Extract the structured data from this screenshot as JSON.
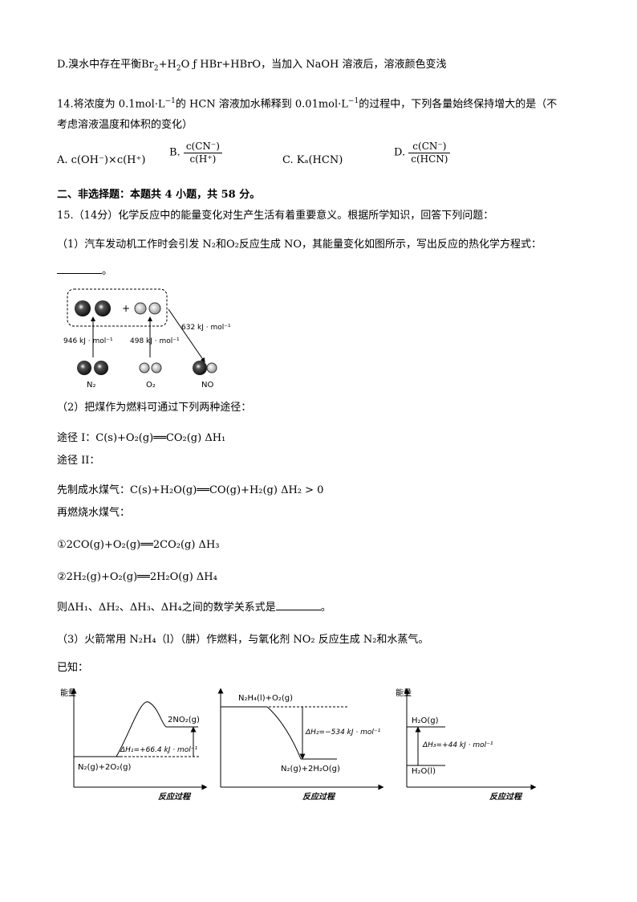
{
  "q13d": {
    "prefix": "D.溴水中存在平衡Br",
    "eq": "+H",
    "o": "O ƒ  HBr+HBrO",
    "suffix": "，当加入 NaOH 溶液后，溶液颜色变浅"
  },
  "q14": {
    "line1a": "14.将浓度为 0.1mol·L",
    "line1b": "的 HCN 溶液加水稀释到 0.01mol·L",
    "line1c": "的过程中，下列各量始终保持增大的是（不",
    "line2": "考虑溶液温度和体积的变化）",
    "optA": "A. c(OH⁻)×c(H⁺)",
    "optB_label": "B.",
    "optB_num": "c(CN⁻)",
    "optB_den": "c(H⁺)",
    "optC": "C. Kₐ(HCN)",
    "optD_label": "D.",
    "optD_num": "c(CN⁻)",
    "optD_den": "c(HCN)"
  },
  "section2": "二、非选择题：本题共 4 小题，共 58 分。",
  "q15": {
    "intro": "15.（14分）化学反应中的能量变化对生产生活有着重要意义。根据所学知识，回答下列问题：",
    "p1": "（1）汽车发动机工作时会引发 N₂和O₂反应生成 NO，其能量变化如图所示，写出反应的热化学方程式：",
    "p1_end": "。",
    "fig1": {
      "n2_energy": "946 kJ · mol⁻¹",
      "o2_energy": "498 kJ · mol⁻¹",
      "no_energy": "632 kJ · mol⁻¹",
      "plus": "+",
      "label_n2": "N₂",
      "label_o2": "O₂",
      "label_no": "NO"
    },
    "p2": "（2）把煤作为燃料可通过下列两种途径：",
    "route1": "途径 I：C(s)+O₂(g)══CO₂(g) ΔH₁",
    "route2": "途径 II：",
    "step1": "先制成水煤气：C(s)+H₂O(g)══CO(g)+H₂(g)    ΔH₂ > 0",
    "step2": "再燃烧水煤气：",
    "eq1": "①2CO(g)+O₂(g)══2CO₂(g)    ΔH₃",
    "eq2": "②2H₂(g)+O₂(g)══2H₂O(g)    ΔH₄",
    "relation": "则ΔH₁、ΔH₂、ΔH₃、ΔH₄之间的数学关系式是",
    "relation_end": "。",
    "p3": "（3）火箭常用 N₂H₄（l）（肼）作燃料，与氧化剂 NO₂ 反应生成 N₂和水蒸气。",
    "known": "已知：",
    "fig2": {
      "ylabel": "能量",
      "xlabel": "反应过程",
      "chart1_top": "2NO₂(g)",
      "chart1_bottom": "N₂(g)+2O₂(g)",
      "chart1_dh": "ΔH₁=+66.4 kJ · mol⁻¹",
      "chart2_top": "N₂H₄(l)+O₂(g)",
      "chart2_bottom": "N₂(g)+2H₂O(g)",
      "chart2_dh": "ΔH₂=−534 kJ · mol⁻¹",
      "chart3_top": "H₂O(g)",
      "chart3_bottom": "H₂O(l)",
      "chart3_dh": "ΔH₃=+44 kJ · mol⁻¹"
    }
  }
}
